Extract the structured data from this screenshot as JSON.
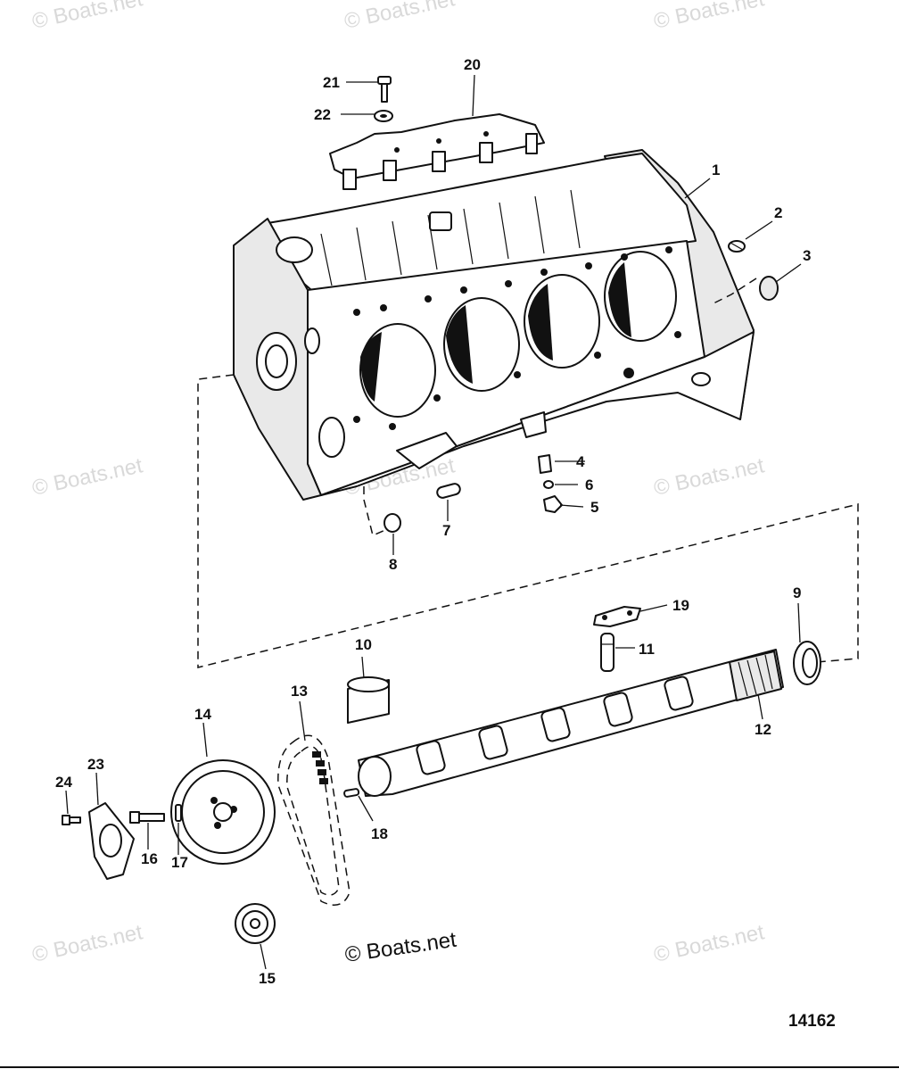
{
  "watermark": {
    "text": "© Boats.net"
  },
  "copyright": "© Boats.net",
  "diagram_id": "14162",
  "callouts": {
    "c1": "1",
    "c2": "2",
    "c3": "3",
    "c4": "4",
    "c5": "5",
    "c6": "6",
    "c7": "7",
    "c8": "8",
    "c9": "9",
    "c10": "10",
    "c11": "11",
    "c12": "12",
    "c13": "13",
    "c14": "14",
    "c15": "15",
    "c16": "16",
    "c17": "17",
    "c18": "18",
    "c19": "19",
    "c20": "20",
    "c21": "21",
    "c22": "22",
    "c23": "23",
    "c24": "24"
  },
  "parts": {
    "engine_block": "engine-block",
    "camshaft": "camshaft",
    "timing_chain": "timing-chain",
    "cam_sprocket": "camshaft-sprocket",
    "crank_sprocket": "crankshaft-sprocket"
  }
}
